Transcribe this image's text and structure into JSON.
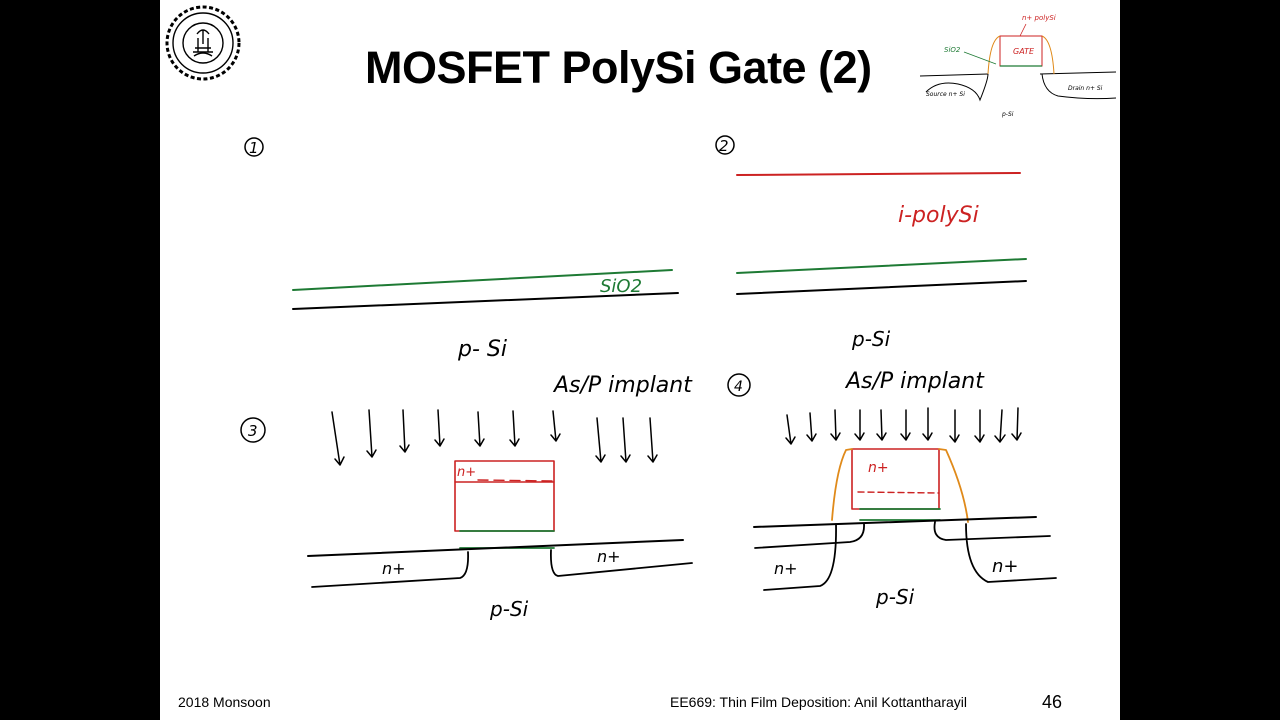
{
  "slide": {
    "title": "MOSFET PolySi Gate (2)",
    "footer_left": "2018 Monsoon",
    "footer_course": "EE669: Thin Film Deposition: Anil Kottantharayil",
    "page_number": "46"
  },
  "thumbnail": {
    "gate": "GATE",
    "polysi": "n+ polySi",
    "sio2": "SiO2",
    "source": "Source n+ Si",
    "drain": "Drain n+ Si",
    "substrate": "p-Si"
  },
  "steps": {
    "s1": {
      "num": "1",
      "oxide": "SiO2",
      "substrate": "p- Si"
    },
    "s2": {
      "num": "2",
      "poly": "i-polySi",
      "substrate": "p-Si"
    },
    "s3": {
      "num": "3",
      "implant": "As/P implant",
      "gate_doping": "n+",
      "sd_left": "n+",
      "sd_right": "n+",
      "substrate": "p-Si"
    },
    "s4": {
      "num": "4",
      "implant": "As/P implant",
      "gate_doping": "n+",
      "sd_left": "n+",
      "sd_right": "n+",
      "substrate": "p-Si"
    }
  },
  "colors": {
    "oxide": "#1e7a34",
    "poly": "#cc2222",
    "spacer": "#e08a1a",
    "ink": "#000000"
  }
}
